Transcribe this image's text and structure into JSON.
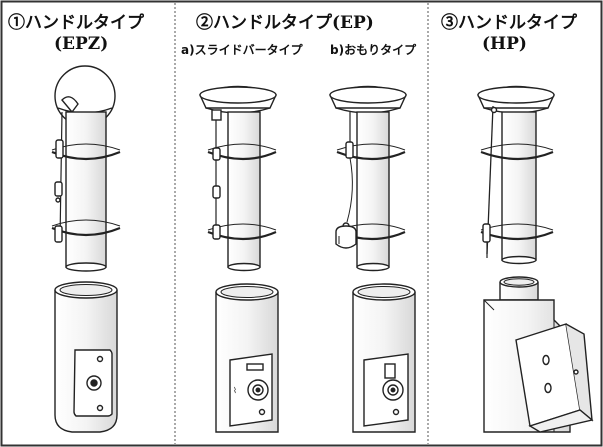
{
  "panels": [
    {
      "title": "①ハンドルタイプ",
      "subtitle": "(EPZ)"
    },
    {
      "title": "②ハンドルタイプ(EP)",
      "sub_a": "a)スライドバータイプ",
      "sub_b": "b)おもりタイプ"
    },
    {
      "title": "③ハンドルタイプ",
      "subtitle": "(HP)"
    }
  ],
  "colors": {
    "line": "#222222",
    "frame": "#333333",
    "divider": "#555555"
  }
}
